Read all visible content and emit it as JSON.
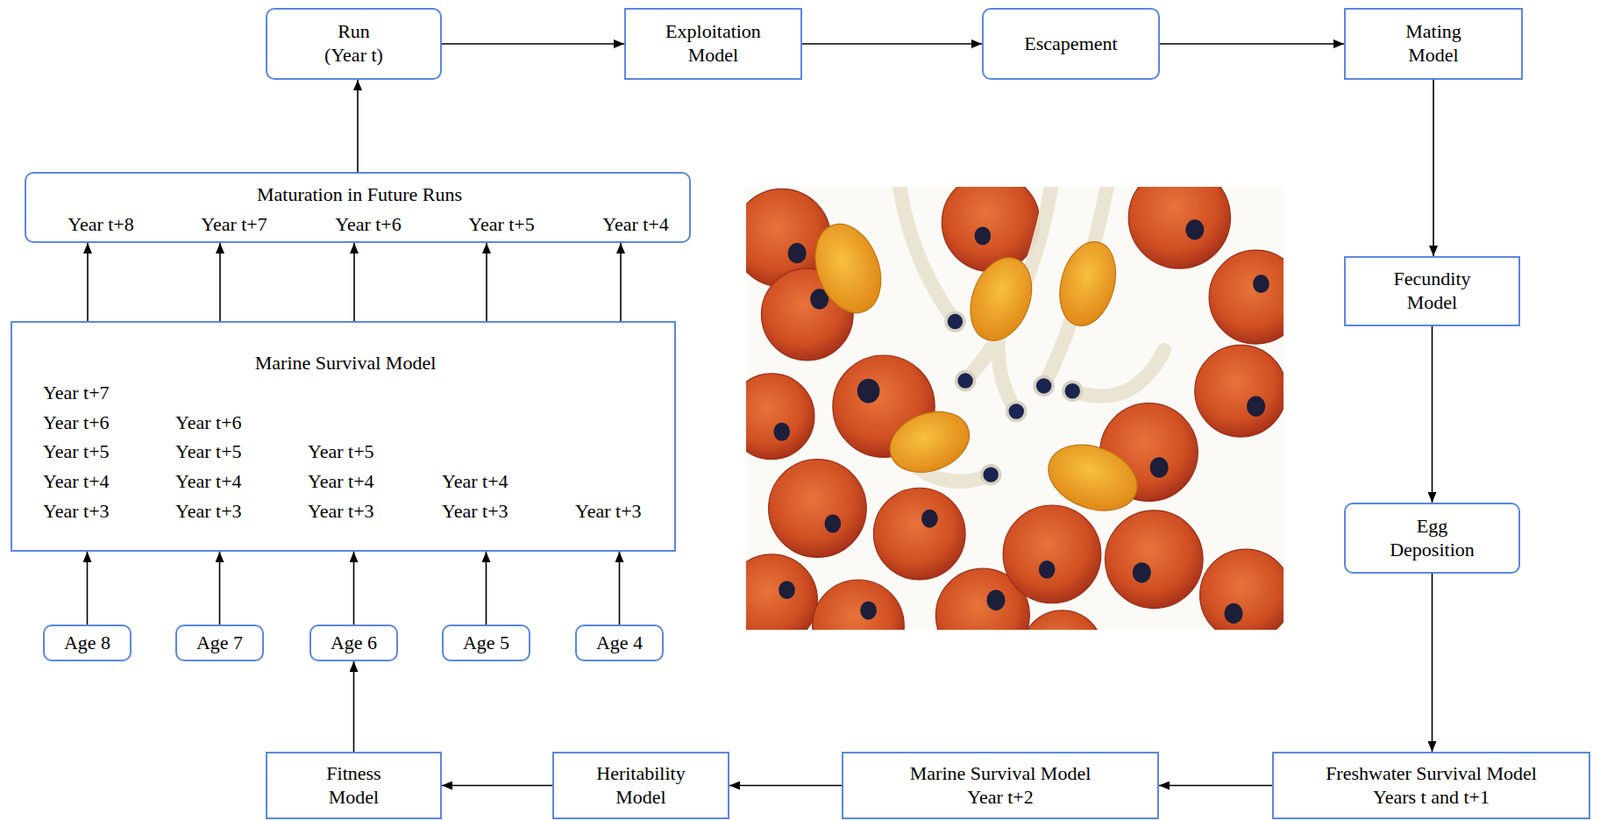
{
  "diagram": {
    "nodes": [
      {
        "text": [
          "Run",
          "(Year t)"
        ]
      },
      {
        "text": [
          "Exploitation Model"
        ]
      },
      {
        "text": [
          "Escapement"
        ]
      },
      {
        "text": [
          "Mating Model"
        ]
      },
      {
        "text": [
          "Fecundity Model"
        ]
      },
      {
        "text": [
          "Egg Deposition"
        ]
      },
      {
        "text": [
          "Maturation in Future Runs",
          "Year t+8",
          "Year t+7",
          "Year t+6",
          "Year t+5",
          "Year t+4"
        ]
      },
      {
        "text": [
          "Marine Survival Model",
          "Year t+7",
          "Year t+6",
          "Year t+6",
          "Year t+5",
          "Year t+5",
          "Year t+5",
          "Year t+4",
          "Year t+4",
          "Year t+4",
          "Year t+4",
          "Year t+3",
          "Year t+3",
          "Year t+3",
          "Year t+3",
          "Year t+3"
        ]
      },
      {
        "text": [
          "Age 8"
        ]
      },
      {
        "text": [
          "Age 7"
        ]
      },
      {
        "text": [
          "Age 6"
        ]
      },
      {
        "text": [
          "Age 5"
        ]
      },
      {
        "text": [
          "Age 4"
        ]
      },
      {
        "text": [
          "Fitness Model"
        ]
      },
      {
        "text": [
          "Heritability Model"
        ]
      },
      {
        "text": [
          "Marine Survival Model",
          "Year t+2"
        ]
      },
      {
        "text": [
          "Freshwater Survival Model",
          "Years t and t+1"
        ]
      }
    ],
    "edges": [
      {
        "from": 0,
        "to": 1,
        "arrow": "to"
      },
      {
        "from": 1,
        "to": 2,
        "arrow": "to"
      },
      {
        "from": 2,
        "to": 3,
        "arrow": "to"
      },
      {
        "from": 3,
        "to": 4,
        "arrow": "to"
      },
      {
        "from": 4,
        "to": 5,
        "arrow": "to"
      },
      {
        "from": 5,
        "to": 16,
        "arrow": "to"
      },
      {
        "from": 16,
        "to": 15,
        "arrow": "to"
      },
      {
        "from": 15,
        "to": 14,
        "arrow": "to"
      },
      {
        "from": 14,
        "to": 13,
        "arrow": "to"
      },
      {
        "from": 13,
        "to": 10,
        "arrow": "to"
      },
      {
        "from": 8,
        "to": 7,
        "arrow": "to"
      },
      {
        "from": 9,
        "to": 7,
        "arrow": "to"
      },
      {
        "from": 10,
        "to": 7,
        "arrow": "to"
      },
      {
        "from": 11,
        "to": 7,
        "arrow": "to"
      },
      {
        "from": 12,
        "to": 7,
        "arrow": "to"
      },
      {
        "from": 7,
        "to": 6,
        "arrow": "to"
      },
      {
        "from": 7,
        "to": 6,
        "arrow": "to"
      },
      {
        "from": 7,
        "to": 6,
        "arrow": "to"
      },
      {
        "from": 7,
        "to": 6,
        "arrow": "to"
      },
      {
        "from": 7,
        "to": 6,
        "arrow": "to"
      },
      {
        "from": 6,
        "to": 0,
        "arrow": "to"
      }
    ]
  }
}
